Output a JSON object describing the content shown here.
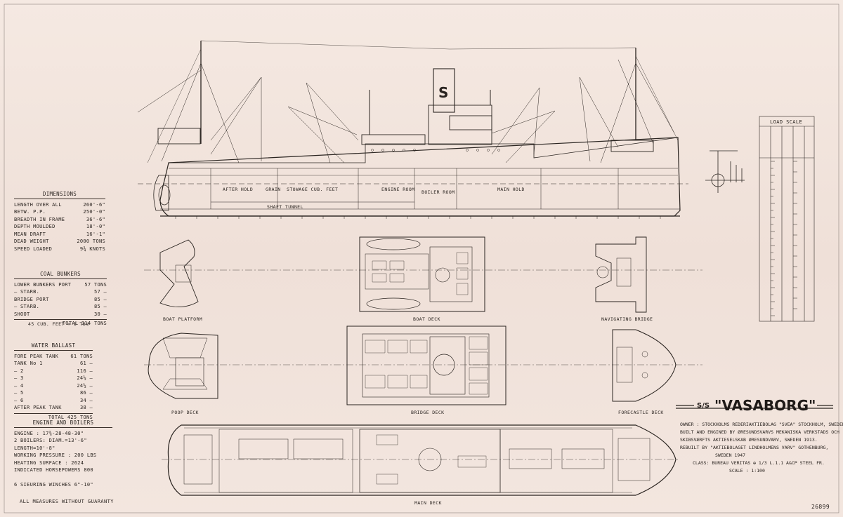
{
  "dimensions": {
    "title": "DIMENSIONS",
    "rows": [
      {
        "label": "LENGTH OVER ALL",
        "value": "260'-6\""
      },
      {
        "label": "BETW. P.P.",
        "value": "250'-0\""
      },
      {
        "label": "BREADTH  IN  FRAME",
        "value": "36'-6\""
      },
      {
        "label": "DEPTH  MOULDED",
        "value": "18'-0\""
      },
      {
        "label": "MEAN  DRAFT",
        "value": "16'-1\""
      },
      {
        "label": "DEAD WEIGHT",
        "value": "2000 TONS"
      },
      {
        "label": "SPEED LOADED",
        "value": "9¾ KNOTS"
      }
    ]
  },
  "coal": {
    "title": "COAL BUNKERS",
    "rows": [
      {
        "label": "LOWER BUNKERS PORT",
        "value": "57 TONS"
      },
      {
        "label": "—  STARB.",
        "value": "57  —"
      },
      {
        "label": "BRIDGE  PORT",
        "value": "85  —"
      },
      {
        "label": "—  STARB.",
        "value": "85  —"
      },
      {
        "label": "SHOOT",
        "value": "30  —"
      }
    ],
    "total": "TOTAL  314 TONS",
    "note": "45 CUB. FEET = 1 TON"
  },
  "ballast": {
    "title": "WATER BALLAST",
    "rows": [
      {
        "label": "FORE PEAK TANK",
        "value": "61 TONS"
      },
      {
        "label": "TANK  No 1",
        "value": "61  —"
      },
      {
        "label": "—  2",
        "value": "116  —"
      },
      {
        "label": "—  3",
        "value": "24½ —"
      },
      {
        "label": "—  4",
        "value": "24½ —"
      },
      {
        "label": "—  5",
        "value": "86  —"
      },
      {
        "label": "—  6",
        "value": "34  —"
      },
      {
        "label": "AFTER PEAK TANK",
        "value": "38  —"
      }
    ],
    "total": "TOTAL  425 TONS"
  },
  "engine": {
    "title": "ENGINE AND BOILERS",
    "lines": [
      "ENGINE : 17⅜-28-48-30\"",
      "2 BOILERS: DIAM.=13'-6\" LENGTH=10'-8\"",
      "WORKING PRESSURE : 200 LBS",
      "HEATING SURFACE : 2624",
      "INDICATED HORSEPOWERS 800",
      "",
      "6 SIEURING WINCHES 6\"-10\""
    ]
  },
  "footer_left": "ALL MEASURES WITHOUT GUARANTY",
  "drawing_number": "26899",
  "ship": {
    "prefix": "S/S",
    "name": "\"VASABORG\"",
    "owner": "OWNER : STOCKHOLMS REDERIAKTIEBOLAG \"SVEA\" STOCKHOLM, SWEDEN",
    "built1": "BUILT AND ENGINED BY ØRESUNDSVARVS MEKANISKA VERKSTADS OCH",
    "built2": "SKIBSVÆRFTS AKTIESELSKAB  ØRESUNDVARV, SWEDEN 1913.",
    "rebuilt1": "REBUILT BY  \"AKTIEBOLAGET LINDHOLMENS VARV\" GOTHENBURG,",
    "rebuilt2": "SWEDEN  1947",
    "class": "CLASS: BUREAU VERITAS ✠ 1/3 L.1.1 A&CP  STEEL FR.",
    "scale": "SCALE : 1:100"
  },
  "views": {
    "boat_platform": "BOAT PLATFORM",
    "boat_deck": "BOAT DECK",
    "navigating_bridge": "NAVIGATING BRIDGE",
    "poop_deck": "POOP DECK",
    "bridge_deck": "BRIDGE DECK",
    "forecastle_deck": "FORECASTLE DECK",
    "main_deck": "MAIN DECK"
  },
  "profile_labels": {
    "after_hold": "AFTER HOLD",
    "grain": "GRAIN",
    "grain_cub": "STOWAGE CUB. FEET",
    "engine_room": "ENGINE ROOM",
    "boiler_room": "BOILER ROOM",
    "main_hold": "MAIN HOLD",
    "shaft_tunnel": "SHAFT TUNNEL",
    "funnel_letter": "S"
  },
  "load_scale": {
    "title": "LOAD SCALE"
  },
  "colors": {
    "ink": "#2a2420",
    "paper": "#f1e4dc"
  }
}
